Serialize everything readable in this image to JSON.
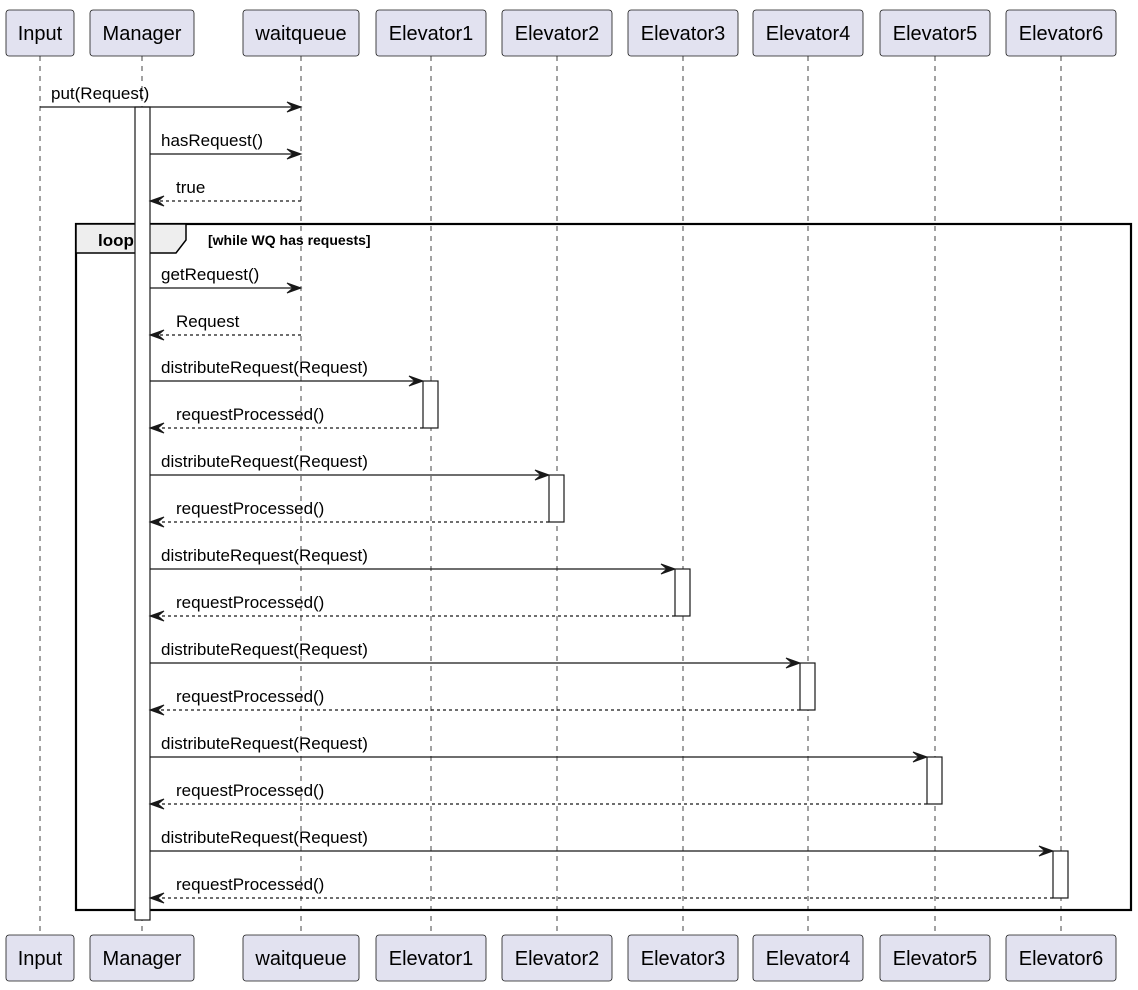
{
  "participants": [
    {
      "name": "Input"
    },
    {
      "name": "Manager"
    },
    {
      "name": "waitqueue"
    },
    {
      "name": "Elevator1"
    },
    {
      "name": "Elevator2"
    },
    {
      "name": "Elevator3"
    },
    {
      "name": "Elevator4"
    },
    {
      "name": "Elevator5"
    },
    {
      "name": "Elevator6"
    }
  ],
  "messages": [
    {
      "from": "Input",
      "to": "waitqueue",
      "label": "put(Request)",
      "style": "solid"
    },
    {
      "from": "Manager",
      "to": "waitqueue",
      "label": "hasRequest()",
      "style": "solid"
    },
    {
      "from": "waitqueue",
      "to": "Manager",
      "label": "true",
      "style": "dashed"
    },
    {
      "from": "Manager",
      "to": "waitqueue",
      "label": "getRequest()",
      "style": "solid"
    },
    {
      "from": "waitqueue",
      "to": "Manager",
      "label": "Request",
      "style": "dashed"
    },
    {
      "from": "Manager",
      "to": "Elevator1",
      "label": "distributeRequest(Request)",
      "style": "solid"
    },
    {
      "from": "Elevator1",
      "to": "Manager",
      "label": "requestProcessed()",
      "style": "dashed"
    },
    {
      "from": "Manager",
      "to": "Elevator2",
      "label": "distributeRequest(Request)",
      "style": "solid"
    },
    {
      "from": "Elevator2",
      "to": "Manager",
      "label": "requestProcessed()",
      "style": "dashed"
    },
    {
      "from": "Manager",
      "to": "Elevator3",
      "label": "distributeRequest(Request)",
      "style": "solid"
    },
    {
      "from": "Elevator3",
      "to": "Manager",
      "label": "requestProcessed()",
      "style": "dashed"
    },
    {
      "from": "Manager",
      "to": "Elevator4",
      "label": "distributeRequest(Request)",
      "style": "solid"
    },
    {
      "from": "Elevator4",
      "to": "Manager",
      "label": "requestProcessed()",
      "style": "dashed"
    },
    {
      "from": "Manager",
      "to": "Elevator5",
      "label": "distributeRequest(Request)",
      "style": "solid"
    },
    {
      "from": "Elevator5",
      "to": "Manager",
      "label": "requestProcessed()",
      "style": "dashed"
    },
    {
      "from": "Manager",
      "to": "Elevator6",
      "label": "distributeRequest(Request)",
      "style": "solid"
    },
    {
      "from": "Elevator6",
      "to": "Manager",
      "label": "requestProcessed()",
      "style": "dashed"
    }
  ],
  "loop": {
    "label": "loop",
    "guard": "[while WQ has requests]"
  },
  "colors": {
    "participant_fill": "#E2E2F0",
    "line": "#181818",
    "background": "#FFFFFF",
    "frame_tab": "#EEEEEE"
  }
}
